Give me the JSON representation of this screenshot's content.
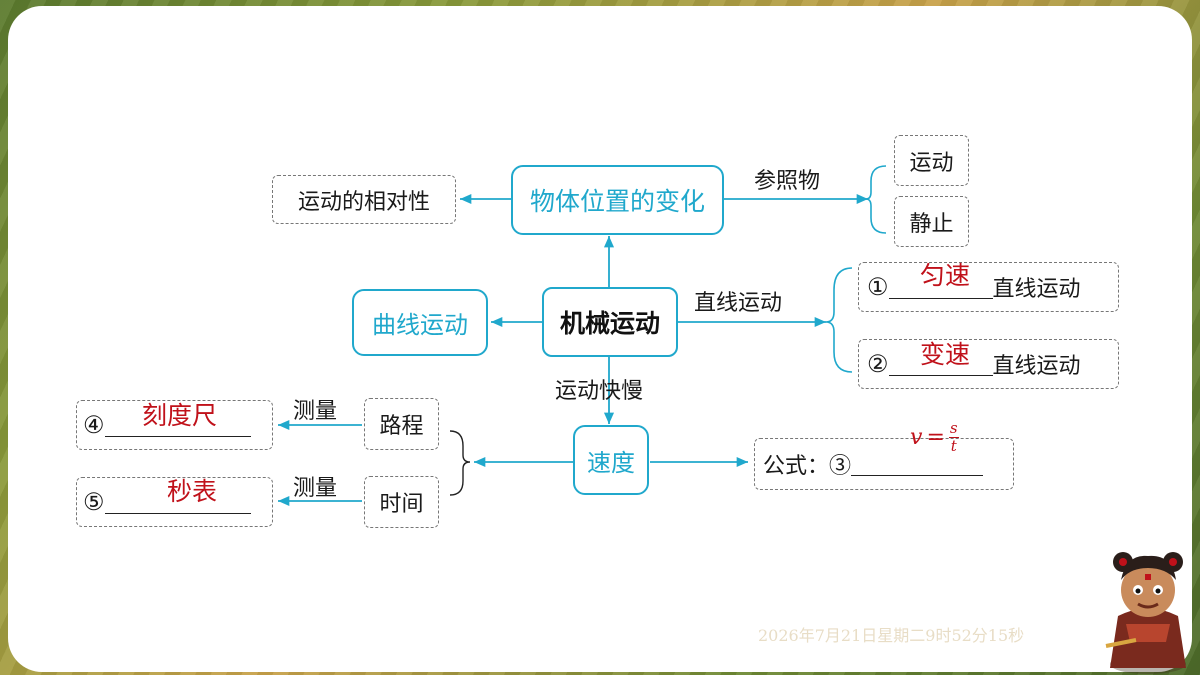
{
  "colors": {
    "line": "#20a8cc",
    "answer": "#c0111a"
  },
  "center": "机械运动",
  "top_node": "物体位置的变化",
  "relativity": "运动的相对性",
  "reference_label": "参照物",
  "motion": "运动",
  "still": "静止",
  "curve": "曲线运动",
  "straight_label": "直线运动",
  "uniform": {
    "num": "①",
    "answer": "匀速",
    "suffix": "直线运动"
  },
  "variable": {
    "num": "②",
    "answer": "变速",
    "suffix": "直线运动"
  },
  "speed_label": "运动快慢",
  "speed": "速度",
  "formula": {
    "prefix": "公式：③",
    "answer_v": "v",
    "answer_eq": "=",
    "answer_num": "s",
    "answer_den": "t"
  },
  "distance": "路程",
  "time": "时间",
  "measure1": "测量",
  "measure2": "测量",
  "ruler": {
    "num": "④",
    "answer": "刻度尺"
  },
  "stopwatch": {
    "num": "⑤",
    "answer": "秒表"
  },
  "timestamp": "2026年7月21日星期二9时52分15秒",
  "icons": [
    "character-illustration"
  ]
}
